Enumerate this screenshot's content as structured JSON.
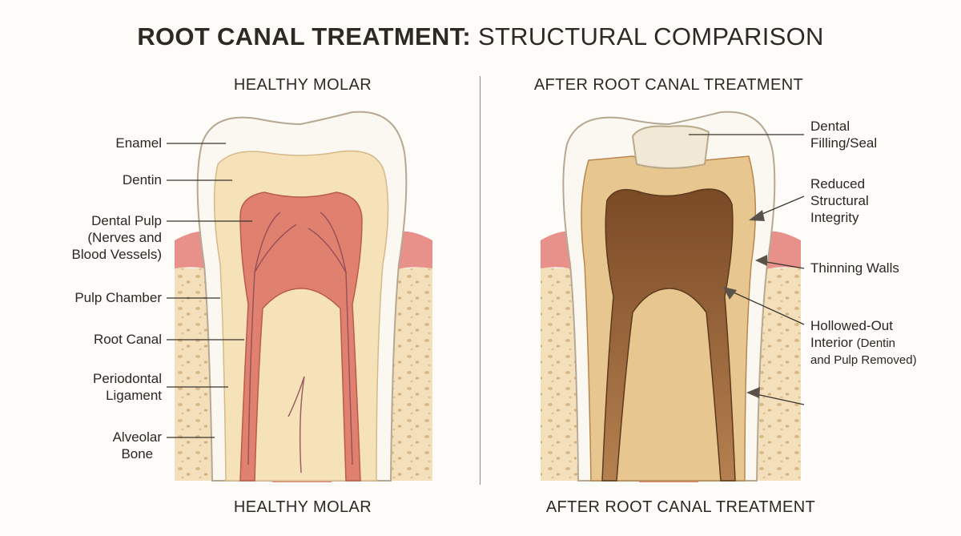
{
  "title": {
    "bold": "ROOT CANAL TREATMENT:",
    "rest": "STRUCTURAL COMPARISON"
  },
  "left_panel": {
    "heading_top": "HEALTHY MOLAR",
    "heading_bottom": "HEALTHY MOLAR",
    "labels": {
      "enamel": "Enamel",
      "dentin": "Dentin",
      "pulp_line1": "Dental Pulp",
      "pulp_line2": "(Nerves and",
      "pulp_line3": "Blood Vessels)",
      "pulp_chamber": "Pulp Chamber",
      "root_canal": "Root Canal",
      "pdl_line1": "Periodontal",
      "pdl_line2": "Ligament",
      "bone_line1": "Alveolar",
      "bone_line2": "Bone"
    }
  },
  "right_panel": {
    "heading_top": "AFTER ROOT CANAL TREATMENT",
    "heading_bottom": "AFTER ROOT CANAL TREATMENT",
    "labels": {
      "filling_line1": "Dental",
      "filling_line2": "Filling/Seal",
      "reduced_line1": "Reduced",
      "reduced_line2": "Structural",
      "reduced_line3": "Integrity",
      "thinning": "Thinning Walls",
      "hollow_line1": "Hollowed-Out",
      "hollow_line2a": "Interior",
      "hollow_line2b": "(Dentin",
      "hollow_line3": "and Pulp Removed)"
    }
  },
  "colors": {
    "gum": "#e8918a",
    "bone": "#f3dfb9",
    "enamel": "#fbf8f1",
    "dentin": "#f5e2b9",
    "pulp": "#e0806f",
    "hollow": "#8a5a32",
    "filling": "#f1e8d6"
  }
}
